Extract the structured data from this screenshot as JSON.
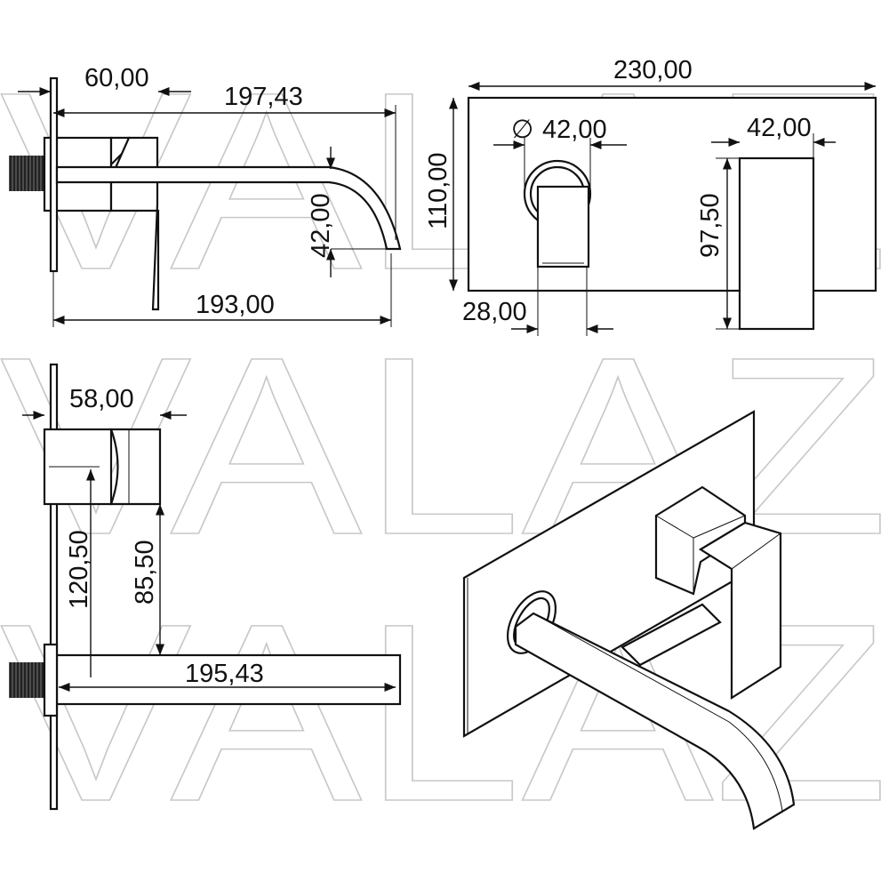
{
  "watermark": "VALAZ",
  "side_view": {
    "dim_plate_to_handle": "60,00",
    "dim_total_length": "197,43",
    "dim_spout_length": "193,00",
    "dim_spout_height": "42,00"
  },
  "front_view": {
    "dim_width": "230,00",
    "dim_height": "110,00",
    "dim_spout_diameter": "42,00",
    "diameter_symbol": "∅",
    "dim_handle_width": "42,00",
    "dim_handle_height": "97,50",
    "dim_spout_offset": "28,00"
  },
  "top_view": {
    "dim_body_depth": "58,00",
    "dim_spout_to_body": "120,50",
    "dim_handle_to_spout": "85,50",
    "dim_spout_length": "195,43"
  }
}
